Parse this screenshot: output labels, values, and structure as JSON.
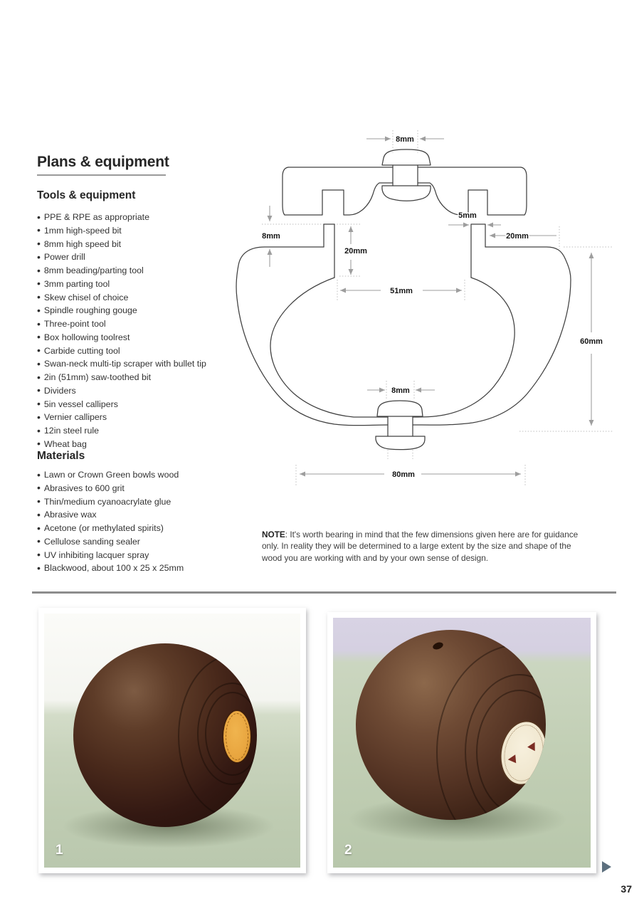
{
  "page": {
    "title": "Plans & equipment",
    "page_number": "37"
  },
  "tools": {
    "heading": "Tools & equipment",
    "items": [
      "PPE & RPE as appropriate",
      "1mm high-speed bit",
      "8mm high speed bit",
      "Power drill",
      "8mm beading/parting tool",
      "3mm parting tool",
      "Skew chisel of choice",
      "Spindle roughing gouge",
      "Three-point tool",
      "Box hollowing toolrest",
      "Carbide cutting tool",
      "Swan-neck multi-tip scraper with bullet tip",
      "2in (51mm) saw-toothed bit",
      "Dividers",
      "5in vessel callipers",
      "Vernier callipers",
      "12in steel rule",
      "Wheat bag"
    ]
  },
  "materials": {
    "heading": "Materials",
    "items": [
      "Lawn or Crown Green bowls wood",
      "Abrasives to 600 grit",
      "Thin/medium cyanoacrylate glue",
      "Abrasive wax",
      "Acetone (or methylated spirits)",
      "Cellulose sanding sealer",
      "UV inhibiting lacquer spray",
      "Blackwood, about 100 x 25 x 25mm"
    ]
  },
  "note": {
    "label": "NOTE",
    "text": ": It's worth bearing in mind that the few dimensions given here are for guidance only. In reality they will be determined to a large extent by the size and shape of the wood you are working with and by your own sense of design."
  },
  "diagram": {
    "description": "Cross-section plan of a lawn-bowl box with lid, plugs and spigot joints; dimensions in mm",
    "dims": {
      "top_plug_width": "8mm",
      "rim_edge_depth": "8mm",
      "tenon_depth": "20mm",
      "tenon_wall": "5mm",
      "rim_width": "20mm",
      "opening_width": "51mm",
      "body_height": "60mm",
      "base_plug_width": "8mm",
      "base_width": "80mm"
    }
  },
  "photos": [
    {
      "number": "1",
      "caption_visible": "1"
    },
    {
      "number": "2",
      "caption_visible": "2"
    }
  ],
  "colors": {
    "heading": "#262626",
    "divider": "#8d8d8d",
    "next_arrow": "#5c6f7e",
    "medallion_photo1": "#e8a53f",
    "medallion_photo2": "#f0e7cf"
  }
}
